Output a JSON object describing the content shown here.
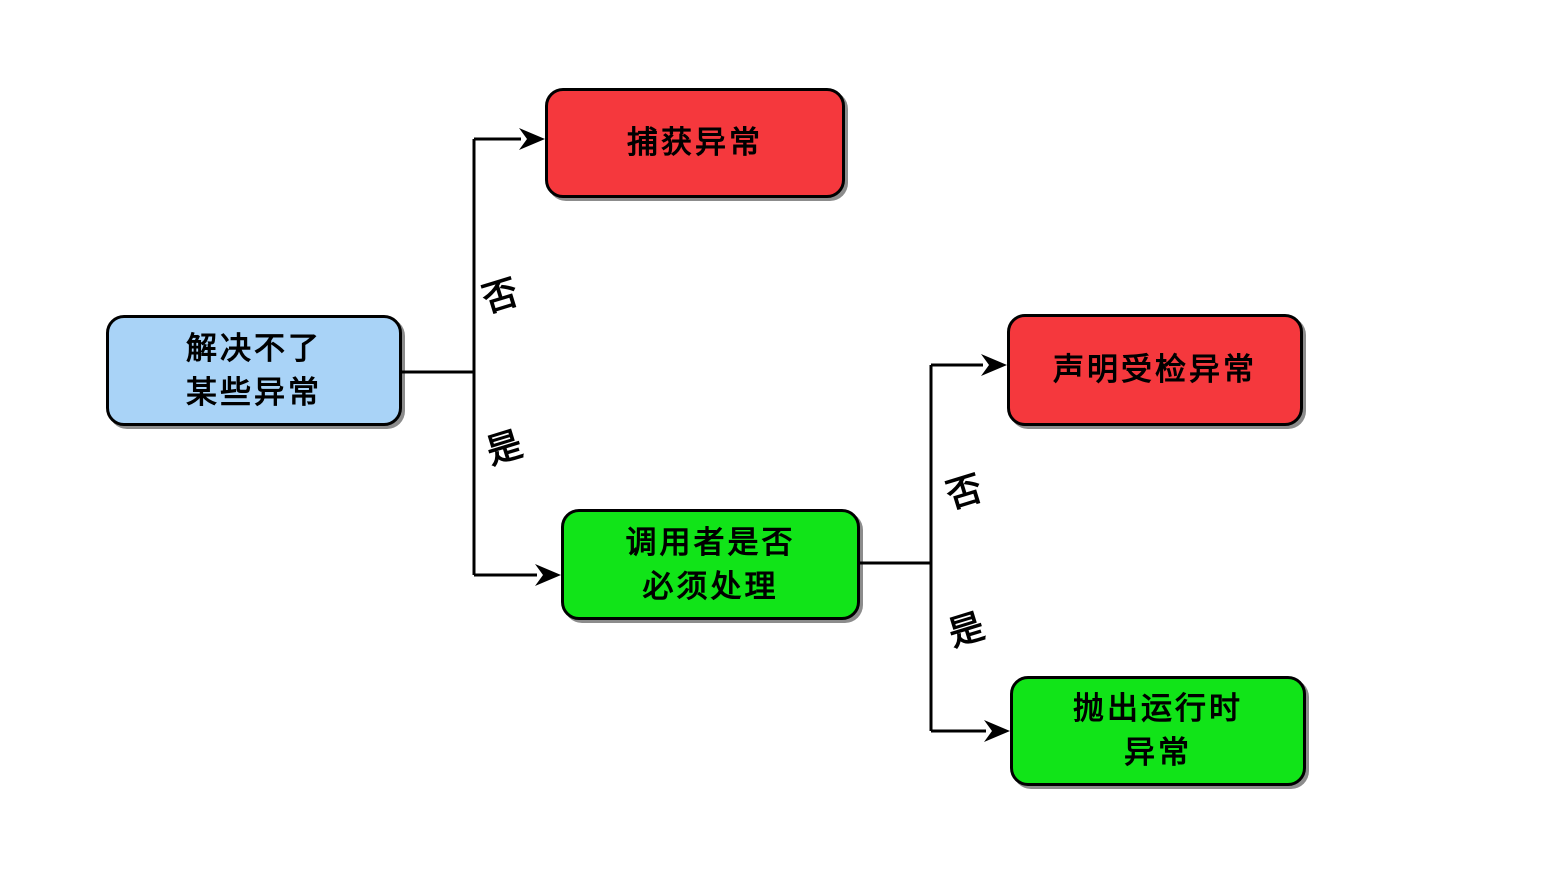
{
  "diagram": {
    "title_implied": "异常处理决策流程",
    "background_color": "#ffffff",
    "line_color": "#000000",
    "colors": {
      "start_fill": "#a9d3f7",
      "negative_fill": "#f5383d",
      "positive_fill": "#11e418",
      "border": "#000000",
      "text": "#000000"
    },
    "nodes": [
      {
        "id": "start",
        "label": "解决不了\n某些异常",
        "shape": "rounded-rect",
        "fill": "#a9d3f7"
      },
      {
        "id": "catch",
        "label": "捕获异常",
        "shape": "rounded-rect",
        "fill": "#f5383d"
      },
      {
        "id": "caller",
        "label": "调用者是否\n必须处理",
        "shape": "rounded-rect",
        "fill": "#11e418"
      },
      {
        "id": "declare",
        "label": "声明受检异常",
        "shape": "rounded-rect",
        "fill": "#f5383d"
      },
      {
        "id": "throw",
        "label": "抛出运行时\n异常",
        "shape": "rounded-rect",
        "fill": "#11e418"
      }
    ],
    "edges": [
      {
        "from": "start",
        "to": "catch",
        "label": "否"
      },
      {
        "from": "start",
        "to": "caller",
        "label": "是"
      },
      {
        "from": "caller",
        "to": "declare",
        "label": "否"
      },
      {
        "from": "caller",
        "to": "throw",
        "label": "是"
      }
    ]
  }
}
